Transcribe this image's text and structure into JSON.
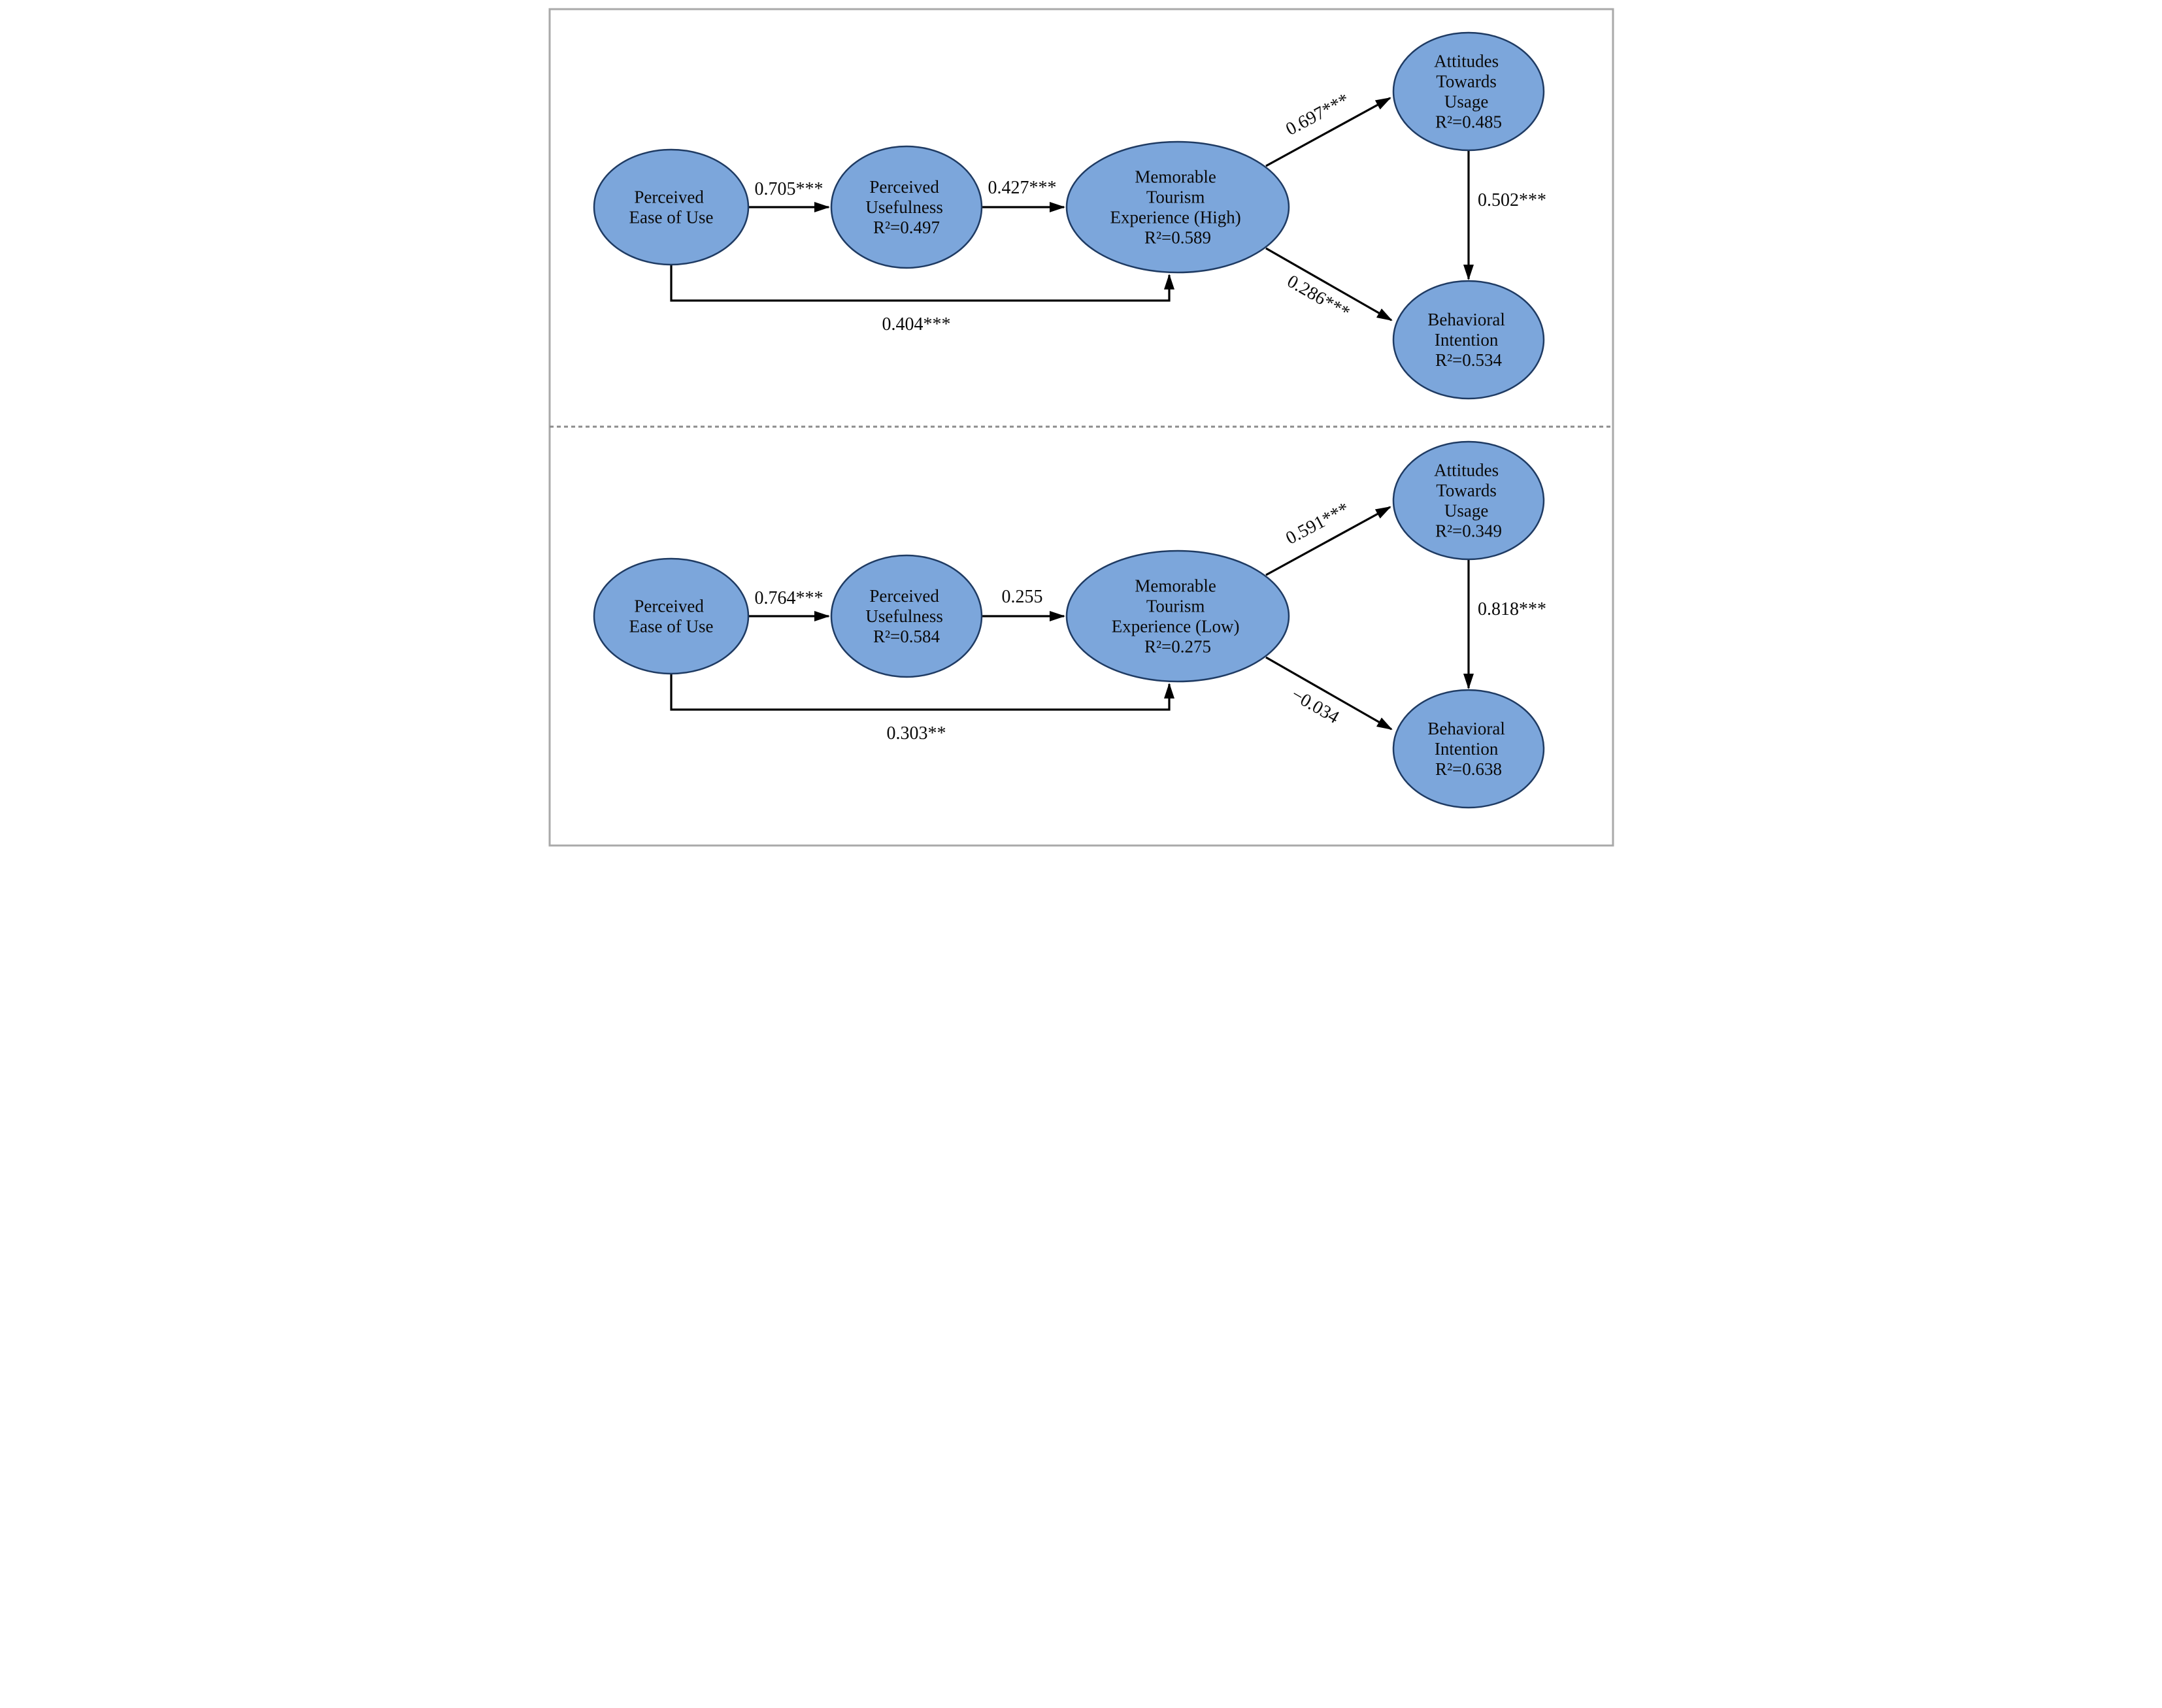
{
  "figure": {
    "type": "sem-path-diagram",
    "description": "Structural model results for high vs low memorable tourism experience groups"
  },
  "colors": {
    "node_fill": "#7ca6db",
    "node_stroke": "#1f3b63",
    "arrow": "#000000",
    "divider": "#8c8c8c",
    "border": "#a9a9a9",
    "text": "#0a0a0a"
  },
  "panels": [
    {
      "group": "high",
      "nodes": [
        {
          "key": "peou",
          "lines": [
            "Perceived",
            "Ease of Use"
          ]
        },
        {
          "key": "pu",
          "lines": [
            "Perceived",
            "Usefulness",
            "R²=0.497"
          ]
        },
        {
          "key": "mte",
          "lines": [
            "Memorable",
            "Tourism",
            "Experience (High)",
            "R²=0.589"
          ]
        },
        {
          "key": "atu",
          "lines": [
            "Attitudes",
            "Towards",
            "Usage",
            "R²=0.485"
          ]
        },
        {
          "key": "bi",
          "lines": [
            "Behavioral",
            "Intention",
            "R²=0.534"
          ]
        }
      ],
      "edges": [
        {
          "from": "peou",
          "to": "pu",
          "label": "0.705***"
        },
        {
          "from": "pu",
          "to": "mte",
          "label": "0.427***"
        },
        {
          "from": "mte",
          "to": "atu",
          "label": "0.697***"
        },
        {
          "from": "atu",
          "to": "bi",
          "label": "0.502***"
        },
        {
          "from": "mte",
          "to": "bi",
          "label": "0.286***"
        },
        {
          "from": "peou",
          "to": "mte",
          "label": "0.404***"
        }
      ]
    },
    {
      "group": "low",
      "nodes": [
        {
          "key": "peou",
          "lines": [
            "Perceived",
            "Ease of Use"
          ]
        },
        {
          "key": "pu",
          "lines": [
            "Perceived",
            "Usefulness",
            "R²=0.584"
          ]
        },
        {
          "key": "mte",
          "lines": [
            "Memorable",
            "Tourism",
            "Experience (Low)",
            "R²=0.275"
          ]
        },
        {
          "key": "atu",
          "lines": [
            "Attitudes",
            "Towards",
            "Usage",
            "R²=0.349"
          ]
        },
        {
          "key": "bi",
          "lines": [
            "Behavioral",
            "Intention",
            "R²=0.638"
          ]
        }
      ],
      "edges": [
        {
          "from": "peou",
          "to": "pu",
          "label": "0.764***"
        },
        {
          "from": "pu",
          "to": "mte",
          "label": "0.255"
        },
        {
          "from": "mte",
          "to": "atu",
          "label": "0.591***"
        },
        {
          "from": "atu",
          "to": "bi",
          "label": "0.818***"
        },
        {
          "from": "mte",
          "to": "bi",
          "label": "−0.034"
        },
        {
          "from": "peou",
          "to": "mte",
          "label": "0.303**"
        }
      ]
    }
  ]
}
